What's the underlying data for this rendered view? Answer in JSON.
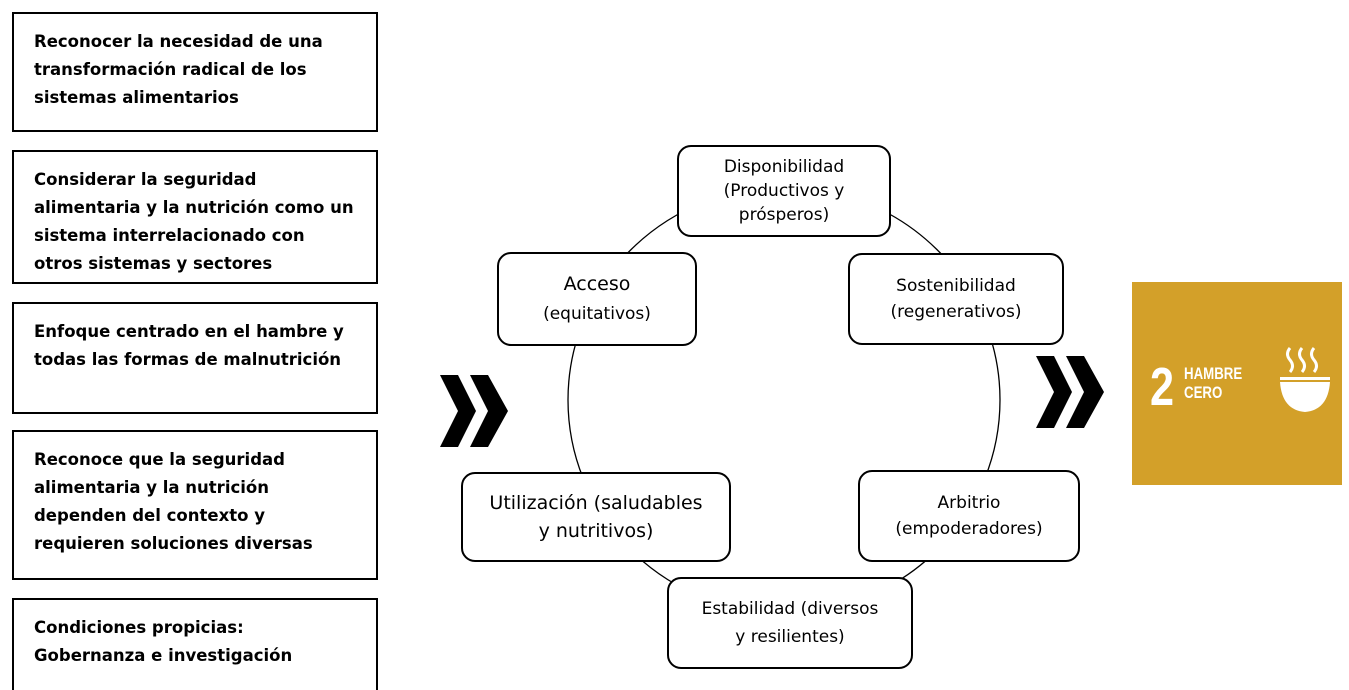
{
  "left_panel": {
    "items": [
      "Reconocer la necesidad de una transformación radical de los sistemas alimentarios",
      "Considerar la seguridad alimentaria y la nutrición como un sistema interrelacionado con otros sistemas y sectores",
      "Enfoque centrado en el hambre y todas las formas de malnutrición",
      "Reconoce que la seguridad alimentaria y la nutrición dependen del contexto y requieren soluciones diversas",
      "Condiciones propicias: Gobernanza e investigación"
    ]
  },
  "cycle": {
    "nodes": {
      "disponibilidad": {
        "title": "Disponibilidad",
        "line2": "(Productivos y",
        "line3": "prósperos)"
      },
      "sostenibilidad": {
        "title": "Sostenibilidad",
        "line2": "(regenerativos)"
      },
      "arbitrio": {
        "title": "Arbitrio",
        "line2": "(empoderadores)"
      },
      "estabilidad": {
        "title": "Estabilidad  (diversos",
        "line2": "y resilientes)"
      },
      "utilizacion": {
        "title": "Utilización (saludables",
        "line2": "y nutritivos)"
      },
      "acceso": {
        "title": "Acceso",
        "line2": "(equitativos)"
      }
    }
  },
  "sdg": {
    "number": "2",
    "title": "HAMBRE\nCERO",
    "color": "#d3a029",
    "icon": "food-bowl-icon"
  },
  "icons": {
    "arrows": "double-chevron-right-icon"
  }
}
